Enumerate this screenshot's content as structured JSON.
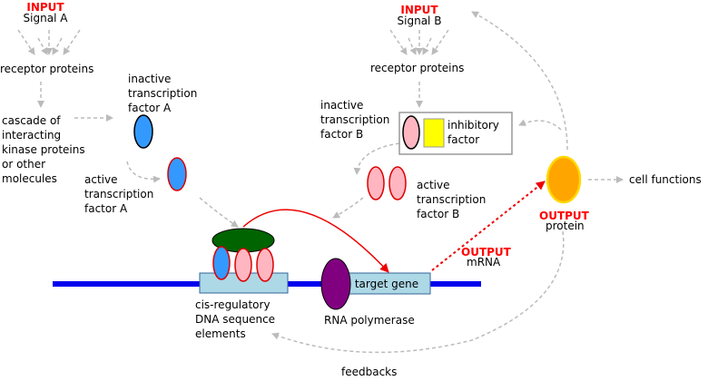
{
  "signal_a": {
    "input": "INPUT",
    "name": "Signal A",
    "receptors": "receptor proteins"
  },
  "signal_b": {
    "input": "INPUT",
    "name": "Signal B",
    "receptors": "receptor proteins"
  },
  "cascade": [
    "cascade of",
    "interacting",
    "kinase proteins",
    "or other",
    "molecules"
  ],
  "factor_a": {
    "inactive": [
      "inactive",
      "transcription",
      "factor A"
    ],
    "active": [
      "active",
      "transcription",
      "factor A"
    ]
  },
  "factor_b": {
    "inactive": [
      "inactive",
      "transcription",
      "factor B"
    ],
    "active": [
      "active",
      "transcription",
      "factor B"
    ],
    "inhibitory": [
      "inhibitory",
      "factor"
    ]
  },
  "cis_elements": [
    "cis-regulatory",
    "DNA sequence",
    "elements"
  ],
  "rna_polymerase": "RNA polymerase",
  "target_gene": "target gene",
  "output_mrna": {
    "output": "OUTPUT",
    "name": "mRNA"
  },
  "output_protein": {
    "output": "OUTPUT",
    "name": "protein"
  },
  "cell_functions": "cell functions",
  "feedbacks": "feedbacks",
  "colors": {
    "dna": "#0000ee",
    "factor_a": "#3399ff",
    "factor_b": "#ffb6c1",
    "mediator": "#006400",
    "rna_polymerase": "#800080",
    "gene_box": "#add8e6",
    "inhibitory_factor": "#ffff00",
    "protein": "#ffa500",
    "output_text": "#ff0000",
    "flow_arrow": "#bbbbbb"
  }
}
